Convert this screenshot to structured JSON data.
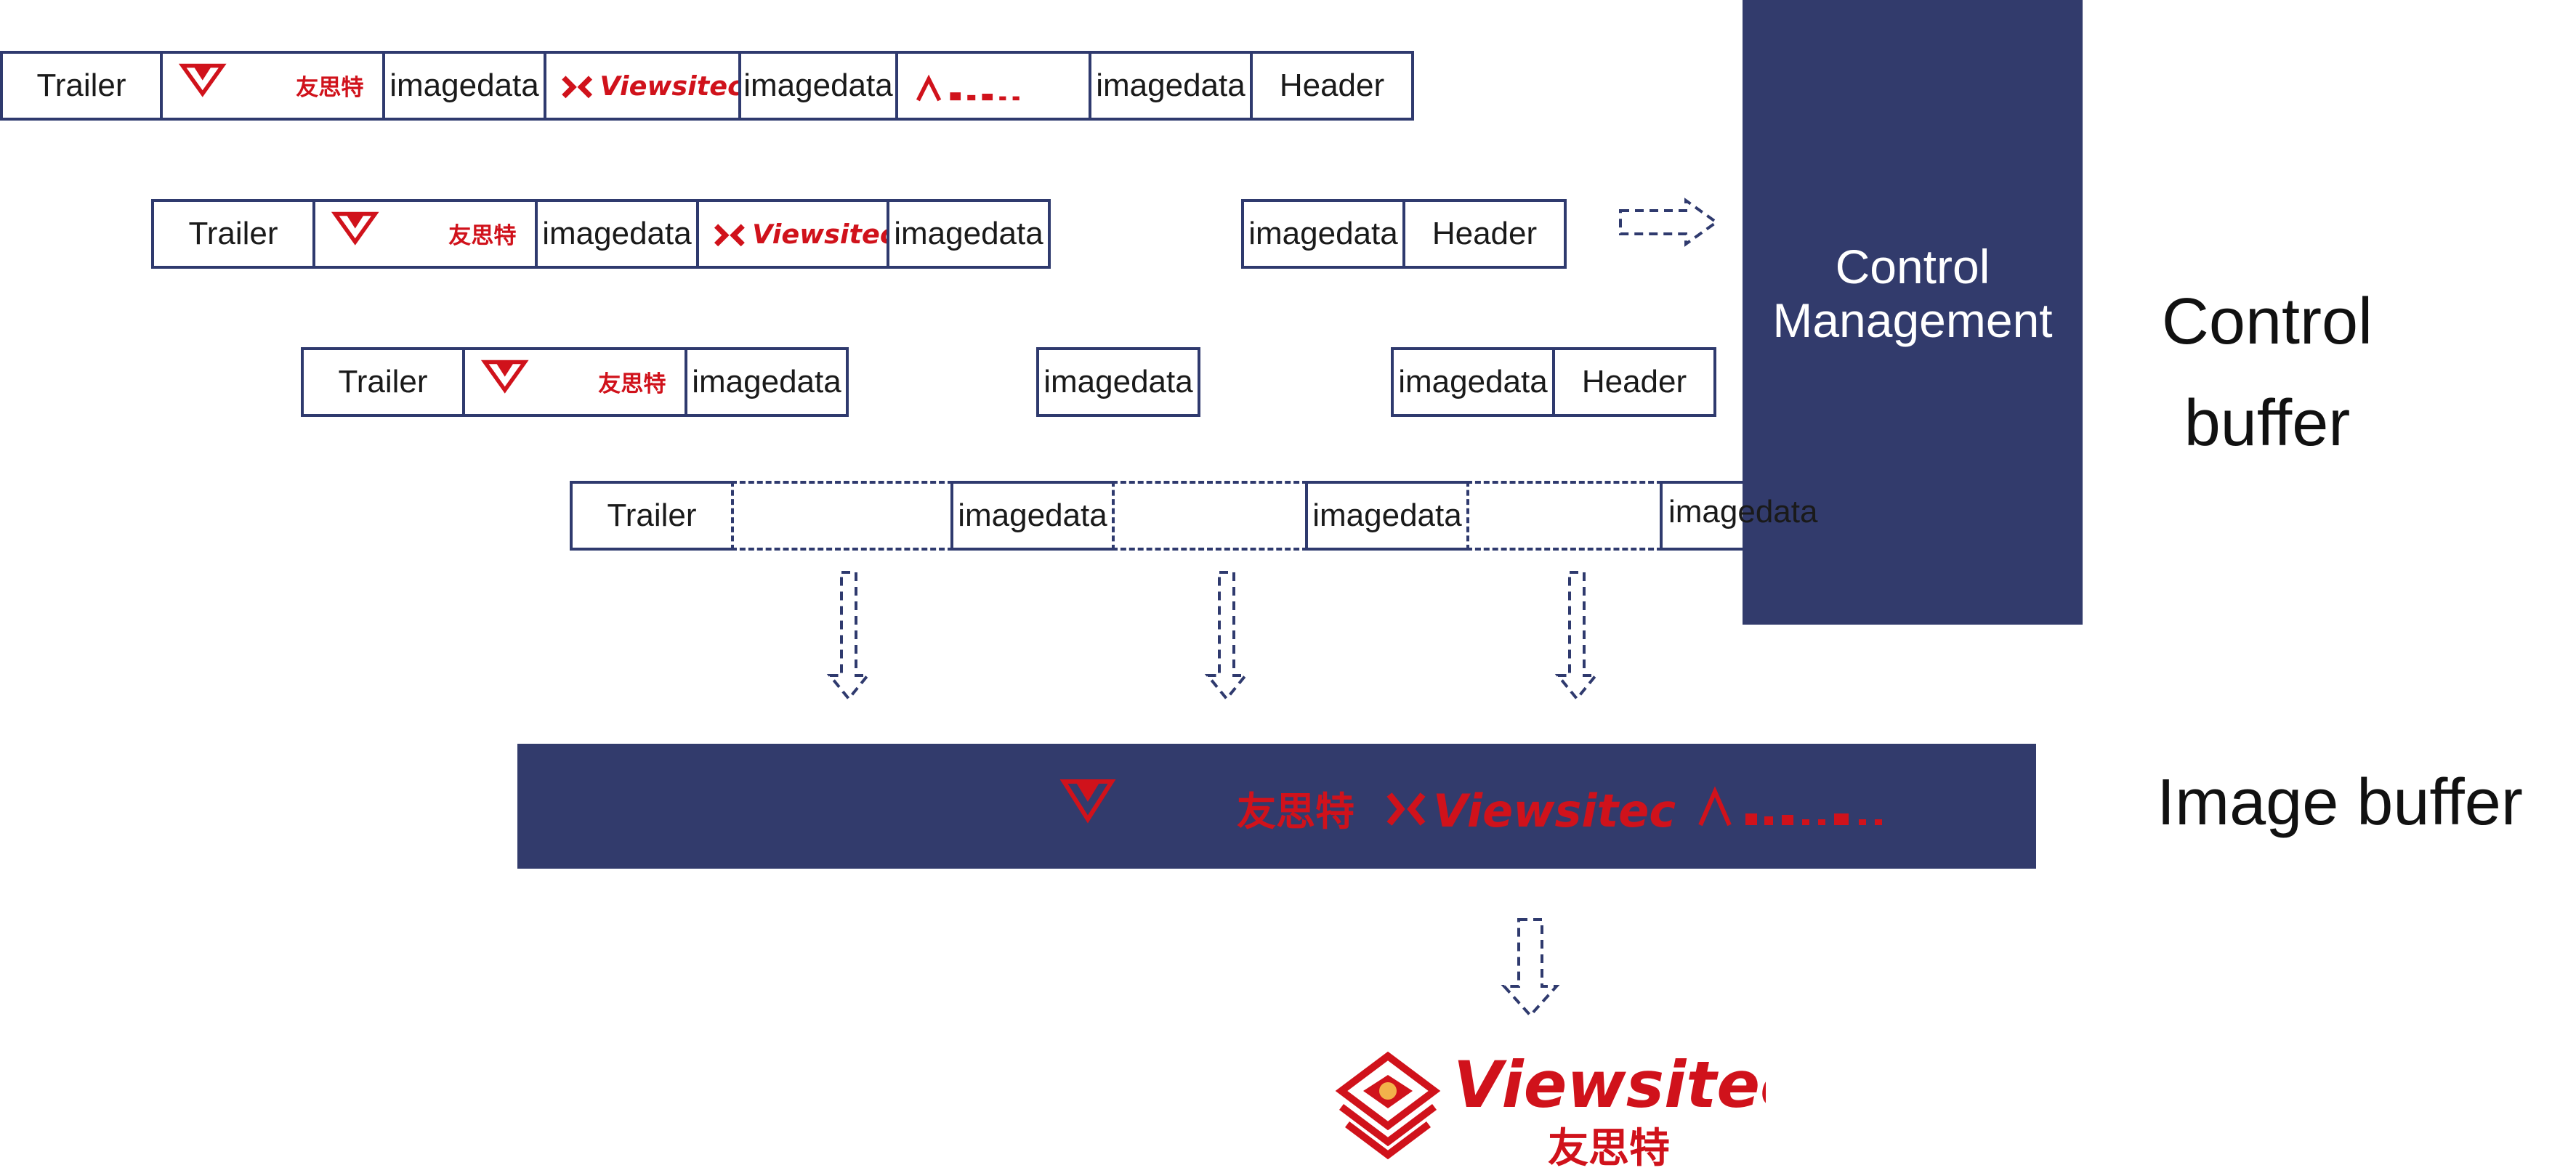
{
  "labels": {
    "trailer": "Trailer",
    "imagedata": "imagedata",
    "header": "Header"
  },
  "control_panel": {
    "line1": "Control",
    "line2": "Management"
  },
  "side_labels": {
    "control_buffer_1": "Control",
    "control_buffer_2": "buffer",
    "image_buffer": "Image buffer"
  },
  "logos": {
    "brand_en": "Viewsitec",
    "brand_cn": "友思特"
  },
  "colors": {
    "navy": "#323b6c",
    "border": "#2f3a6e",
    "brand_red": "#d0121b"
  }
}
